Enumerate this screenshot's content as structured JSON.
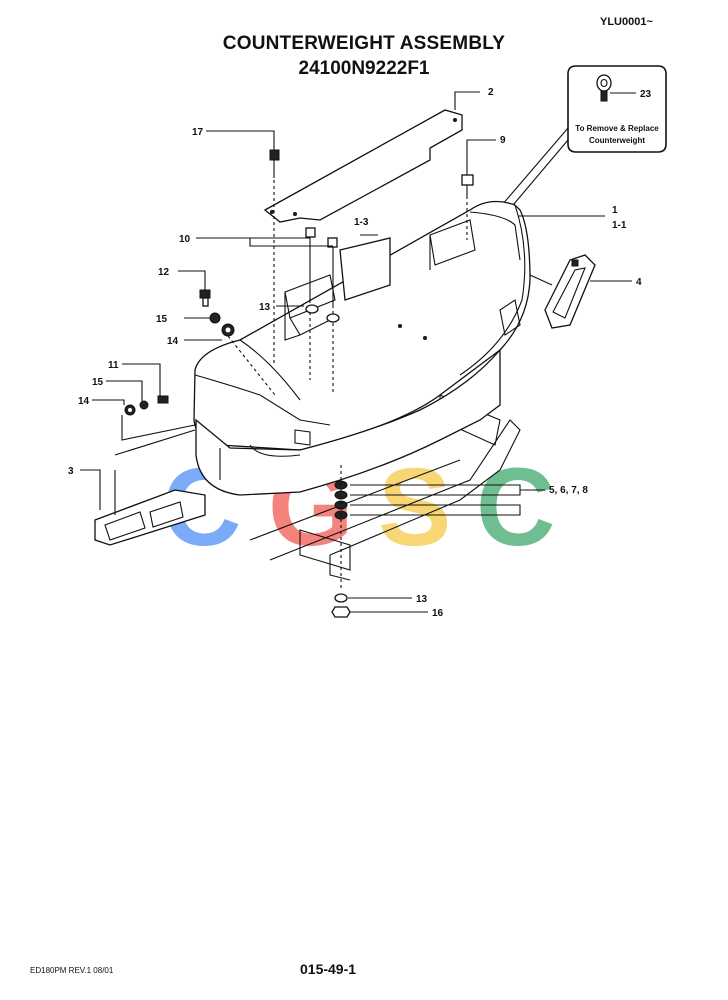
{
  "header": {
    "serial": "YLU0001~",
    "title": "COUNTERWEIGHT ASSEMBLY",
    "part_number": "24100N9222F1"
  },
  "inset": {
    "callout": "23",
    "note_line1": "To Remove & Replace",
    "note_line2": "Counterweight"
  },
  "callouts": {
    "c1": "1",
    "c1_1": "1-1",
    "c1_3": "1-3",
    "c2": "2",
    "c3": "3",
    "c4": "4",
    "c5678": "5, 6, 7, 8",
    "c9": "9",
    "c10": "10",
    "c11": "11",
    "c12": "12",
    "c13a": "13",
    "c13b": "13",
    "c14a": "14",
    "c14b": "14",
    "c15a": "15",
    "c15b": "15",
    "c16": "16",
    "c17": "17"
  },
  "watermark": {
    "letters": [
      "C",
      "G",
      "S",
      "C"
    ],
    "colors": [
      "#4f8ef7",
      "#f05a4f",
      "#f7c948",
      "#3fa86b"
    ]
  },
  "footer": {
    "left": "ED180PM REV.1  08/01",
    "center": "015-49-1"
  }
}
